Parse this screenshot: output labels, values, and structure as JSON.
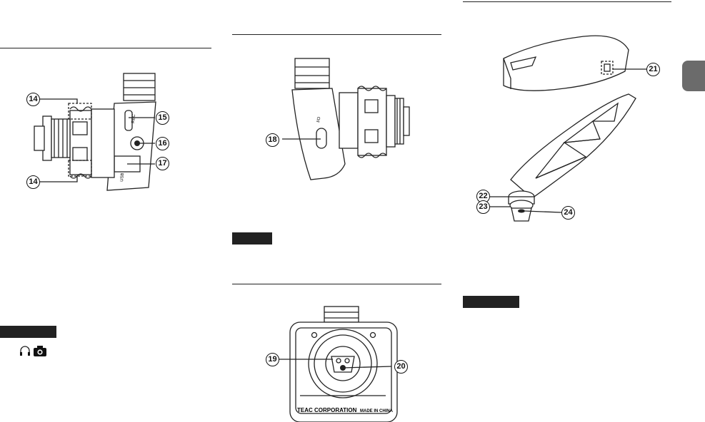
{
  "callouts": {
    "c14a": "14",
    "c14b": "14",
    "c15": "15",
    "c16": "16",
    "c17": "17",
    "c18": "18",
    "c19": "19",
    "c20": "20",
    "c21": "21",
    "c22": "22",
    "c23": "23",
    "c24": "24"
  },
  "device_labels": {
    "fig1_port_side": "REC",
    "fig1_usb": "USB",
    "fig2_switch": "I/O",
    "fig3_maker": "TEAC CORPORATION",
    "fig3_origin": "MADE IN CHINA"
  },
  "icons": [
    "headphones-icon",
    "camera-icon"
  ],
  "colors": {
    "ink": "#111111",
    "label_fill": "#222222",
    "tab_fill": "#6b6b6b"
  }
}
